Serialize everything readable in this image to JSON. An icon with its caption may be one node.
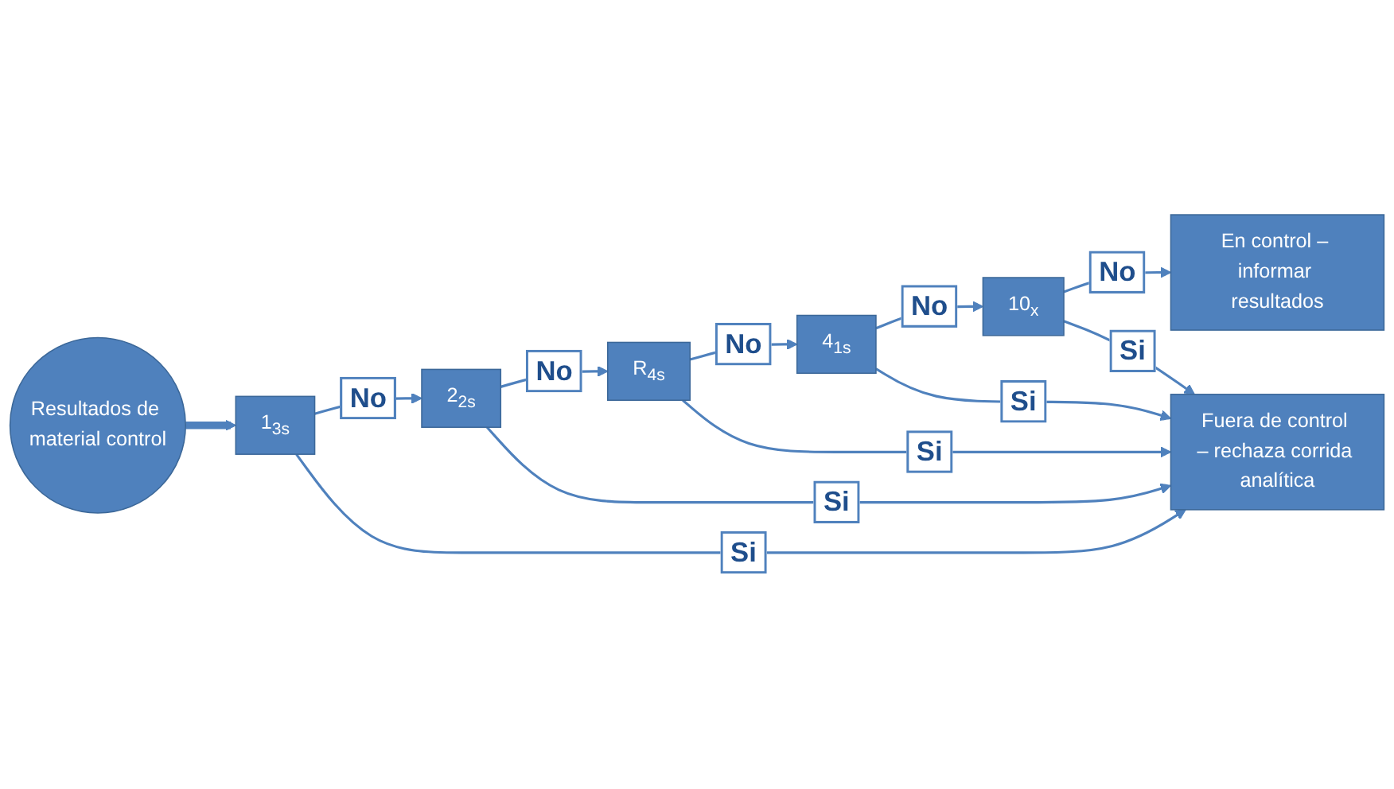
{
  "diagram": {
    "nodes": [
      {
        "text": [
          "Resultados de material control"
        ]
      },
      {
        "text": [
          "En control – informar resultados"
        ]
      },
      {
        "text": [
          "1$_{3s}$"
        ]
      },
      {
        "text": [
          "2$_{2s}$"
        ]
      },
      {
        "text": [
          "R$_{4s}$"
        ]
      },
      {
        "text": [
          "4$_{1s}$"
        ]
      },
      {
        "text": [
          "10$_{x}$"
        ]
      },
      {
        "text": [
          "Fuera de control – rechaza corrida analítica"
        ]
      }
    ],
    "edges": [
      {
        "from": 0,
        "to": 2,
        "arrow": "to",
        "style": "thick"
      },
      {
        "from": 2,
        "to": 3,
        "arrow": "to",
        "label": "No"
      },
      {
        "from": 3,
        "to": 4,
        "arrow": "to",
        "label": "No"
      },
      {
        "from": 4,
        "to": 5,
        "arrow": "to",
        "label": "No"
      },
      {
        "from": 5,
        "to": 6,
        "arrow": "to",
        "label": "No"
      },
      {
        "from": 6,
        "to": 1,
        "arrow": "to",
        "label": "No"
      },
      {
        "from": 2,
        "to": 7,
        "arrow": "to",
        "label": "Si"
      },
      {
        "from": 3,
        "to": 7,
        "arrow": "to",
        "label": "Si"
      },
      {
        "from": 4,
        "to": 7,
        "arrow": "to",
        "label": "Si"
      },
      {
        "from": 5,
        "to": 7,
        "arrow": "to",
        "label": "Si"
      },
      {
        "from": 6,
        "to": 7,
        "arrow": "to",
        "label": "Si"
      }
    ]
  }
}
